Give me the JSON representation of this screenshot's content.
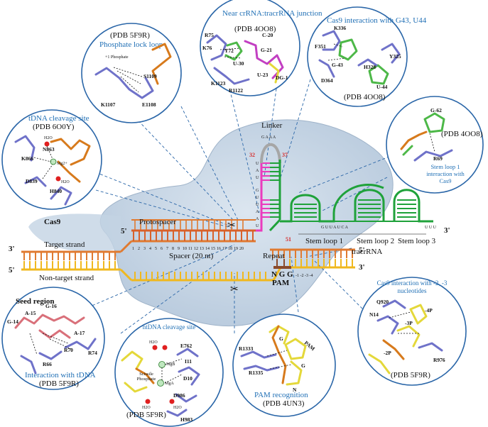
{
  "protein_label": "Cas9",
  "linker_label": "Linker",
  "protospacer_label": "Protospacer",
  "spacer_label": "Spacer (20 nt)",
  "repeat_label": "Repeat",
  "tracrrna_label": "tracrRNA",
  "pam_label": "PAM",
  "pam_bases": "N G G",
  "pam_positions": "-1 -2 -3 -4",
  "target_strand_label": "Target strand",
  "nontarget_strand_label": "Non-target strand",
  "stem_loop_1": "Stem loop 1",
  "stem_loop_2": "Stem loop 2",
  "stem_loop_3": "Stem loop 3",
  "end_5_prime": "5'",
  "end_3_prime": "3'",
  "num_32": "32",
  "num_37": "37",
  "num_51": "51",
  "spacer_numbers": [
    "1",
    "2",
    "3",
    "4",
    "5",
    "6",
    "7",
    "8",
    "9",
    "10",
    "11",
    "12",
    "13",
    "14",
    "15",
    "16",
    "17",
    "18",
    "19",
    "20"
  ],
  "linker_loop_bases": "G A A A",
  "repeat_stem_bases": [
    "U",
    "A",
    "U",
    "G",
    "U",
    "U",
    "A",
    "A",
    "U"
  ],
  "stem1_sequence": "G U U A U C A",
  "stem3_bases": "U U U",
  "panels": {
    "phosphate_lock": {
      "pdb": "(PDB 5F9R)",
      "title": "Phosphate lock loop",
      "phosphate": "+1 Phosphate",
      "residues": [
        "S1109",
        "K1107",
        "E1108"
      ]
    },
    "near_junction": {
      "title": "Near crRNA:tracrRNA junction",
      "pdb": "(PDB 4OO8)",
      "residues": [
        "R75",
        "K76",
        "Y72",
        "U-30",
        "G-21",
        "C-20",
        "U-23",
        "DG-1",
        "K1123",
        "R1122"
      ]
    },
    "g43_u44": {
      "title": "Cas9 interaction with G43, U44",
      "residues": [
        "K336",
        "F351",
        "G-43",
        "H328",
        "Y325",
        "U-44",
        "D364"
      ],
      "pdb": "(PDB 4OO8)"
    },
    "stem_loop1": {
      "pdb": "(PDB 4OO8)",
      "residues": [
        "G-62",
        "R69"
      ],
      "caption": "Stem loop 1 interaction with Cas9"
    },
    "tdna_cleavage": {
      "title": "tDNA cleavage site",
      "pdb": "(PDB 6O0Y)",
      "residues": [
        "N863",
        "K866",
        "D839",
        "H840"
      ],
      "water": "H2O",
      "metal": "Mg2+"
    },
    "seed": {
      "title": "Seed region",
      "residues": [
        "A-15",
        "G-16",
        "G-14",
        "A-17",
        "R74",
        "R70",
        "R66"
      ],
      "caption": "Interaction with tDNA",
      "pdb": "(PDB 5F9R)"
    },
    "ntdna": {
      "title": "ntDNA cleavage site",
      "residues": [
        "E762",
        "I11",
        "D10",
        "D986",
        "H983"
      ],
      "scissile": "Scissile Phosphate",
      "metal_b": "MgB",
      "metal_a": "MgA",
      "water": "H2O",
      "pdb": "(PDB 5F9R)"
    },
    "pam": {
      "residues": [
        "R1333",
        "R1335",
        "G",
        "G",
        "N"
      ],
      "pam_tag": "PAM",
      "caption": "PAM recognition",
      "pdb": "(PDB 4UN3)"
    },
    "nt23": {
      "title": "Cas9 interaction with -2, -3 nucleotides",
      "residues": [
        "Q920",
        "N14",
        "-4P",
        "-3P",
        "-2P",
        "R976"
      ],
      "pdb": "(PDB 5F9R)"
    }
  },
  "colors": {
    "cas9_blob": "#c9d7e6",
    "target_strand": "#e07a30",
    "nontarget_strand": "#f0b81e",
    "spacer": "#d9612a",
    "repeat": "#ea3bbd",
    "tracrrna": "#1fa23a",
    "pam": "#8a4a2b",
    "loop_grey": "#a6a6a6",
    "circle_border": "#2a66a8",
    "title_blue": "#1f6fb5"
  }
}
